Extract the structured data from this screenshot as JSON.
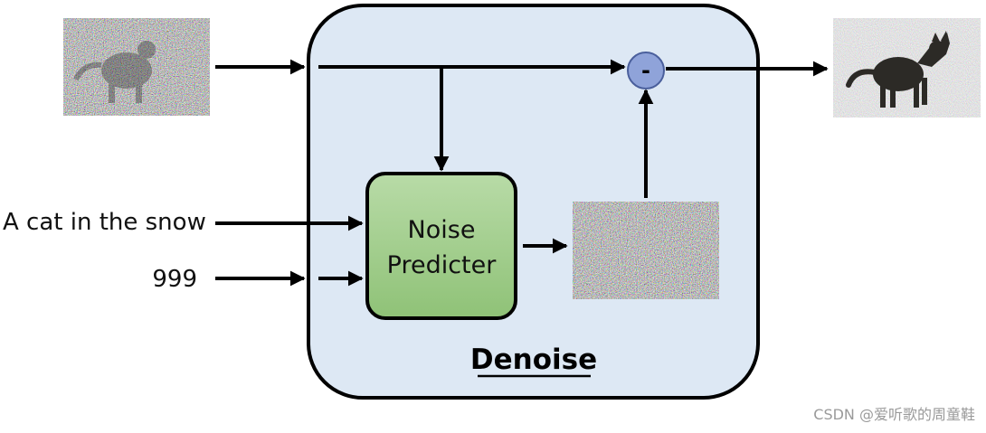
{
  "labels": {
    "text_prompt": "A cat in the snow",
    "step": "999",
    "predictor_line1": "Noise",
    "predictor_line2": "Predicter",
    "block_title": "Denoise",
    "subtract_op": "-"
  },
  "watermark": "CSDN @爱听歌的周童鞋",
  "colors": {
    "block_fill": "#dde8f4",
    "predictor_fill": "#9ccb84",
    "subtract_fill": "#8fa3d9",
    "arrow": "#000000"
  },
  "images": {
    "input_noisy_image": "noisy-cat-image",
    "predicted_noise": "noise-image",
    "output_image": "denoised-cat-image"
  }
}
